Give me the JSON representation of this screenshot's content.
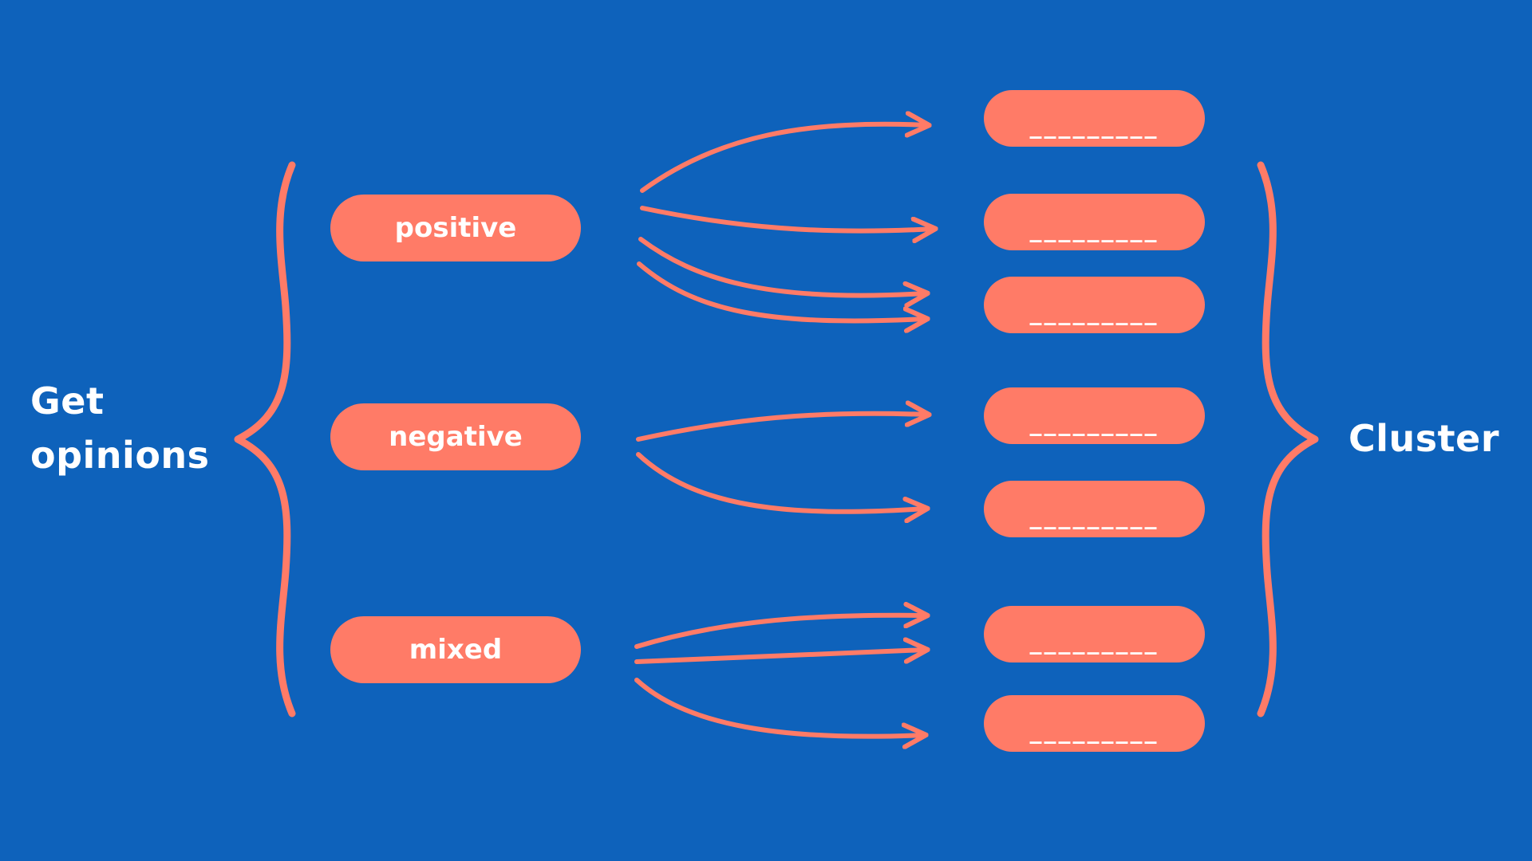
{
  "colors": {
    "background": "#0e62bb",
    "accent": "#ff7b67",
    "text": "#ffffff"
  },
  "left_label": {
    "line1": "Get",
    "line2": "opinions"
  },
  "right_label": "Cluster",
  "categories": [
    {
      "label": "positive"
    },
    {
      "label": "negative"
    },
    {
      "label": "mixed"
    }
  ],
  "clusters": [
    {
      "label": "_________"
    },
    {
      "label": "_________"
    },
    {
      "label": "_________"
    },
    {
      "label": "_________"
    },
    {
      "label": "_________"
    },
    {
      "label": "_________"
    },
    {
      "label": "_________"
    }
  ],
  "connections": [
    {
      "from": "positive",
      "to_cluster": 1
    },
    {
      "from": "positive",
      "to_cluster": 2
    },
    {
      "from": "positive",
      "to_cluster": 3
    },
    {
      "from": "positive",
      "to_cluster": 3
    },
    {
      "from": "negative",
      "to_cluster": 4
    },
    {
      "from": "negative",
      "to_cluster": 5
    },
    {
      "from": "mixed",
      "to_cluster": 6
    },
    {
      "from": "mixed",
      "to_cluster": 6
    },
    {
      "from": "mixed",
      "to_cluster": 7
    }
  ]
}
